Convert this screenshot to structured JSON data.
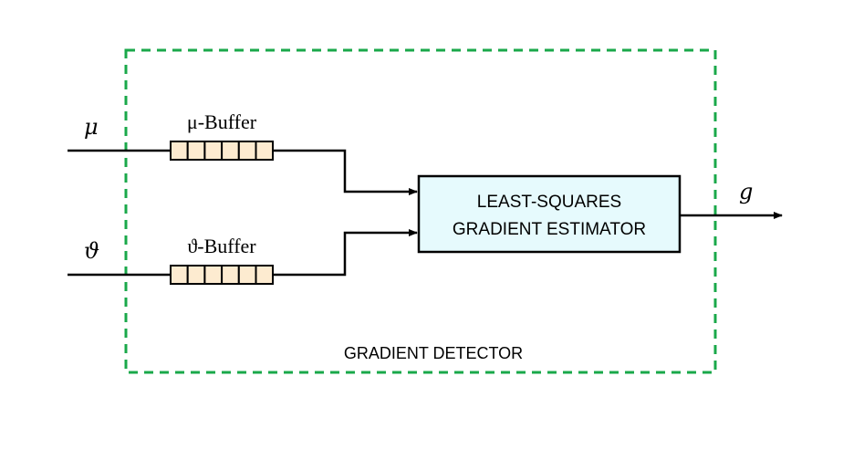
{
  "detector": {
    "label": "GRADIENT DETECTOR",
    "frame_color": "#1aa84a"
  },
  "inputs": {
    "mu_symbol": "μ",
    "theta_symbol": "ϑ"
  },
  "buffers": {
    "mu_label": "μ-Buffer",
    "theta_label": "ϑ-Buffer",
    "cell_count": 6,
    "cell_fill": "#fdebd0"
  },
  "estimator": {
    "line1": "LEAST-SQUARES",
    "line2": "GRADIENT ESTIMATOR",
    "fill": "#e6fafd"
  },
  "output": {
    "symbol": "g"
  }
}
